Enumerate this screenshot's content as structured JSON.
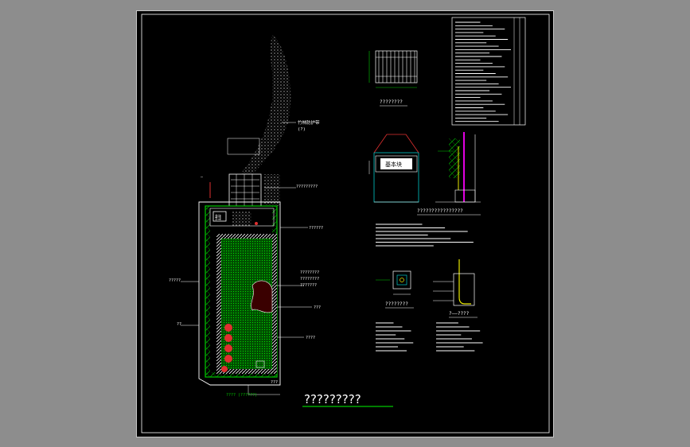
{
  "drawing": {
    "main_title": "?????????",
    "plan": {
      "label_top_left": "—",
      "ann_contour": "竹林防护带",
      "ann_contour_sub": "(?)",
      "ann_entry": "?????????",
      "ann_fence": "??????",
      "ann_garden": "????????",
      "ann_garden_2": "????????",
      "ann_garden_3": "???????",
      "ann_side_1": "???",
      "ann_side_2": "????",
      "ann_left_1": "?????",
      "ann_left_2": "??",
      "ann_bottom_right": "???",
      "ann_bottom_label": "???? (??????)",
      "box_label": "扫"
    },
    "fence_title": "????????",
    "gate_title": "????????????????",
    "gate_box_label": "基本块",
    "post_title": "????????",
    "post_section_title": "?——????",
    "colors": {
      "background": "#000000",
      "line": "#ffffff",
      "accent_green": "#00c800",
      "accent_yellow": "#e8e800",
      "accent_red": "#e03030",
      "accent_cyan": "#00d0d0",
      "accent_magenta": "#e000e0",
      "frame_outer": "#8d8d8d"
    }
  }
}
